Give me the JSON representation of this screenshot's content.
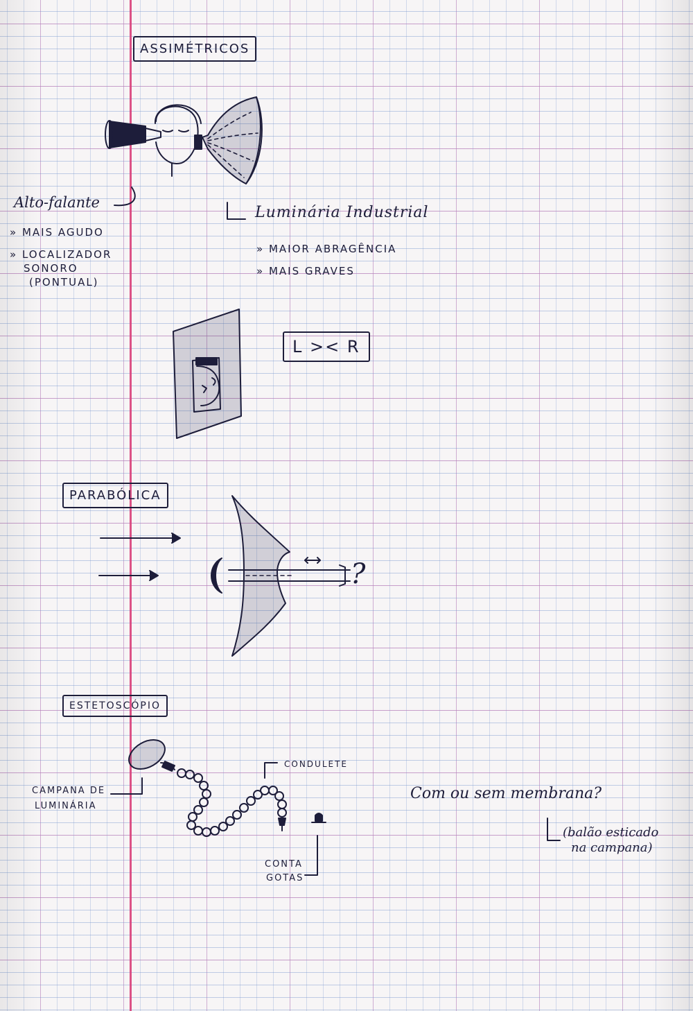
{
  "section_assimetricos": {
    "title": "ASSIMÉTRICOS",
    "speaker_label": "Alto-falante",
    "speaker_notes": [
      "» MAIS AGUDO",
      "» LOCALIZADOR",
      "SONORO",
      "(PONTUAL)"
    ],
    "lamp_label": "Luminária Industrial",
    "lamp_notes": [
      "» MAIOR ABRAGÊNCIA",
      "» MAIS GRAVES"
    ],
    "stereo_box": "L >< R"
  },
  "section_parabolica": {
    "title": "PARABÓLICA",
    "question_mark": "?"
  },
  "section_estetoscopio": {
    "title": "ESTETOSCÓPIO",
    "bell_label": [
      "CAMPANA DE",
      "LUMINÁRIA"
    ],
    "conduit_label": "CONDULETE",
    "dropper_label": [
      "CONTA",
      "GOTAS"
    ],
    "membrane_question": "Com ou sem membrana?",
    "membrane_note": [
      "(balão esticado",
      "na campana)"
    ]
  }
}
